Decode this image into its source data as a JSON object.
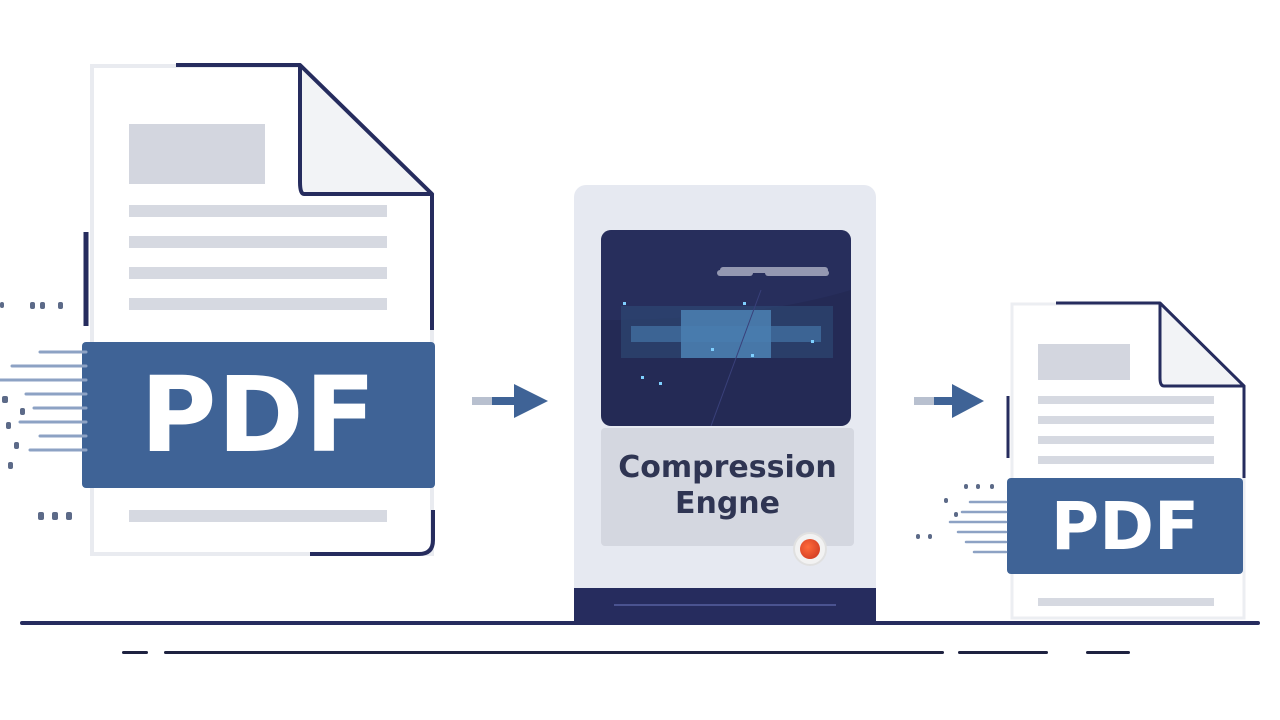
{
  "diagram": {
    "input_document": {
      "label": "PDF"
    },
    "engine": {
      "label": "Compression\nEngne"
    },
    "output_document": {
      "label": "PDF"
    },
    "arrows": [
      {
        "name": "input-to-engine"
      },
      {
        "name": "engine-to-output"
      }
    ],
    "icons": {
      "arrow": "right-arrow-icon",
      "knob": "indicator-light-icon",
      "document": "document-icon"
    }
  },
  "colors": {
    "pdf_banner": "#3f6396",
    "dark_navy": "#262c5e",
    "screen": "#242a55",
    "arrow": "#3f6396",
    "placeholder_gray": "#d6d9e1",
    "engine_body": "#e6e9f1",
    "indicator": "#d9402a"
  }
}
